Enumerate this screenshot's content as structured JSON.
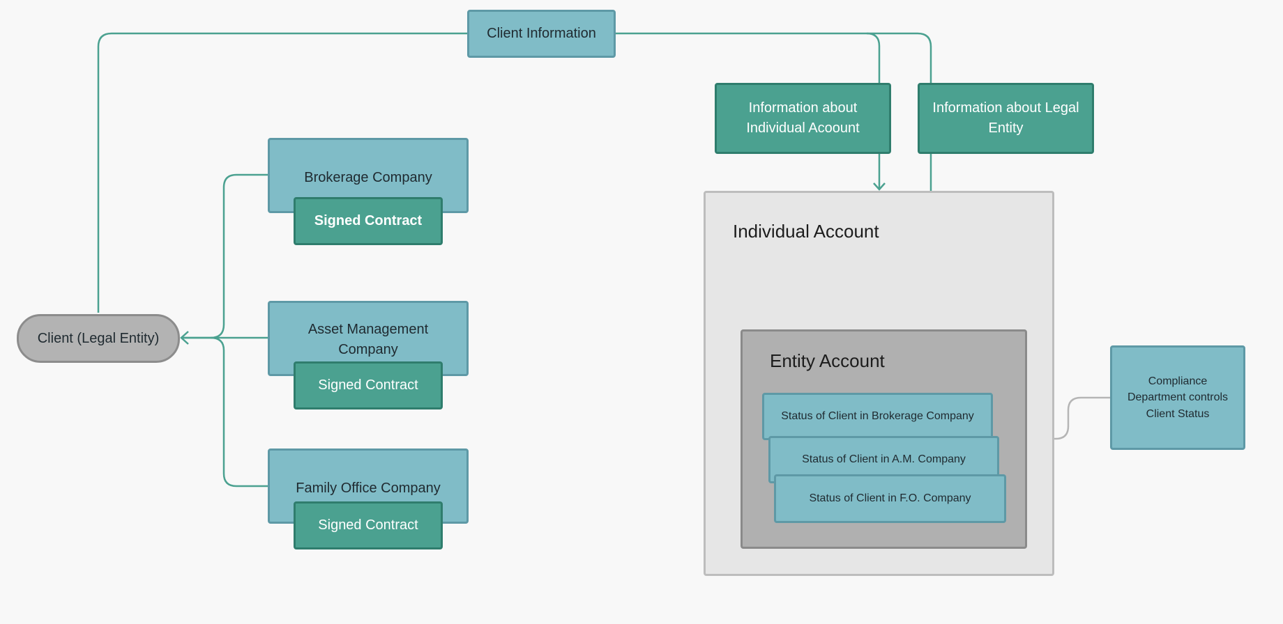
{
  "client_information": "Client Information",
  "client_legal_entity": "Client (Legal Entity)",
  "companies": [
    {
      "name": "Brokerage Company",
      "contract": "Signed Contract"
    },
    {
      "name": "Asset Management Company",
      "contract": "Signed Contract"
    },
    {
      "name": "Family Office Company",
      "contract": "Signed Contract"
    }
  ],
  "info_individual": "Information about Individual Acoount",
  "info_legal": "Information about Legal Entity",
  "individual_account_title": "Individual Account",
  "entity_account_title": "Entity Account",
  "statuses": [
    "Status of Client in Brokerage Company",
    "Status of Client in A.M. Company",
    "Status of Client in F.O. Company"
  ],
  "compliance": "Compliance Department controls Client Status",
  "colors": {
    "teal_line": "#4ba190",
    "blue_box": "#80bcc7",
    "teal_box": "#4ba190",
    "grey_line": "#b5b5b5"
  }
}
